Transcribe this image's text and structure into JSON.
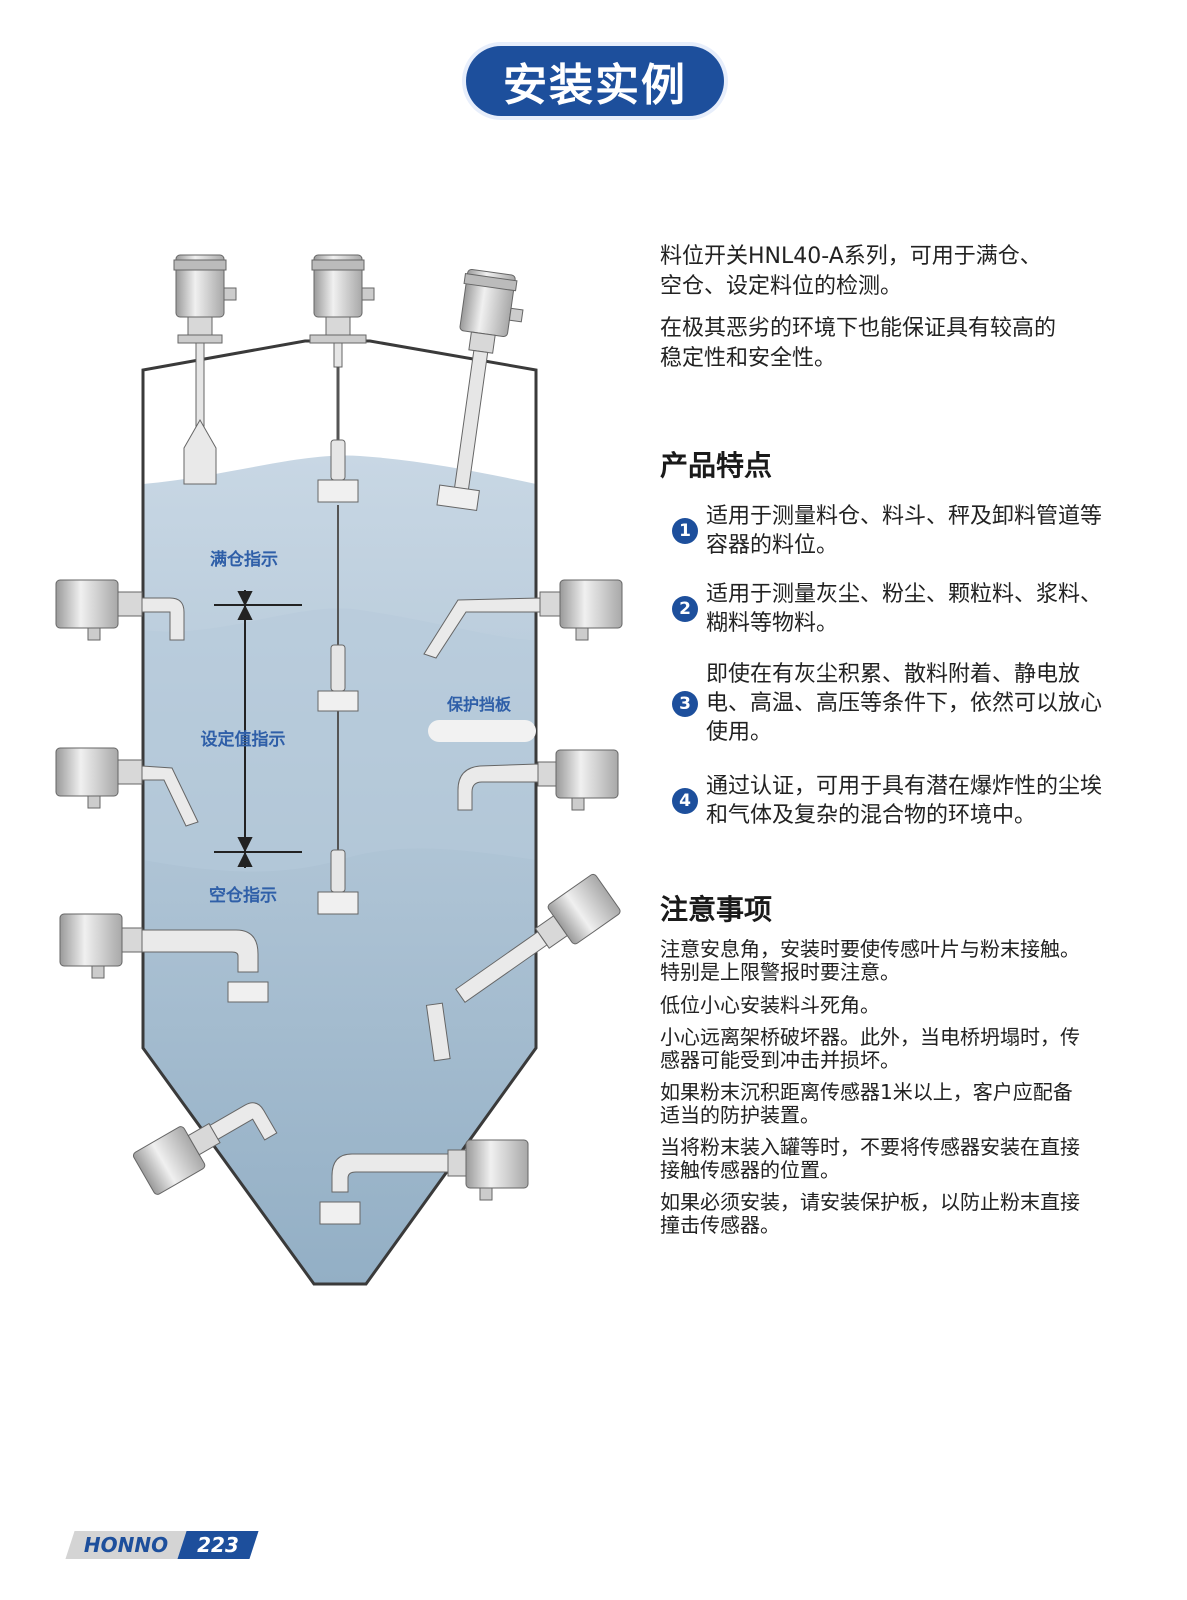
{
  "page_title": "安装实例",
  "intro": [
    "料位开关HNL40-A系列，可用于满仓、空仓、设定料位的检测。",
    "在极其恶劣的环境下也能保证具有较高的稳定性和安全性。"
  ],
  "features": {
    "heading": "产品特点",
    "items": [
      {
        "num": "1",
        "text": "适用于测量料仓、料斗、秤及卸料管道等容器的料位。"
      },
      {
        "num": "2",
        "text": "适用于测量灰尘、粉尘、颗粒料、浆料、糊料等物料。"
      },
      {
        "num": "3",
        "text": "即使在有灰尘积累、散料附着、静电放电、高温、高压等条件下，依然可以放心使用。"
      },
      {
        "num": "4",
        "text": "通过认证，可用于具有潜在爆炸性的尘埃和气体及复杂的混合物的环境中。"
      }
    ]
  },
  "notes": {
    "heading": "注意事项",
    "items": [
      "注意安息角，安装时要使传感叶片与粉末接触。特别是上限警报时要注意。",
      "低位小心安装料斗死角。",
      "小心远离架桥破坏器。此外，当电桥坍塌时，传感器可能受到冲击并损坏。",
      "如果粉末沉积距离传感器1米以上，客户应配备适当的防护装置。",
      "当将粉末装入罐等时，不要将传感器安装在直接接触传感器的位置。",
      "如果必须安装，请安装保护板，以防止粉末直接撞击传感器。"
    ]
  },
  "diagram": {
    "label_full": "满仓指示",
    "label_set": "设定值指示",
    "label_empty": "空仓指示",
    "label_baffle": "保护挡板"
  },
  "footer": {
    "brand": "HONNO",
    "page": "223"
  },
  "colors": {
    "brand_blue": "#1d4f9c",
    "material_blue": "#9fb8cc",
    "silo_outline": "#3a3a3a"
  }
}
